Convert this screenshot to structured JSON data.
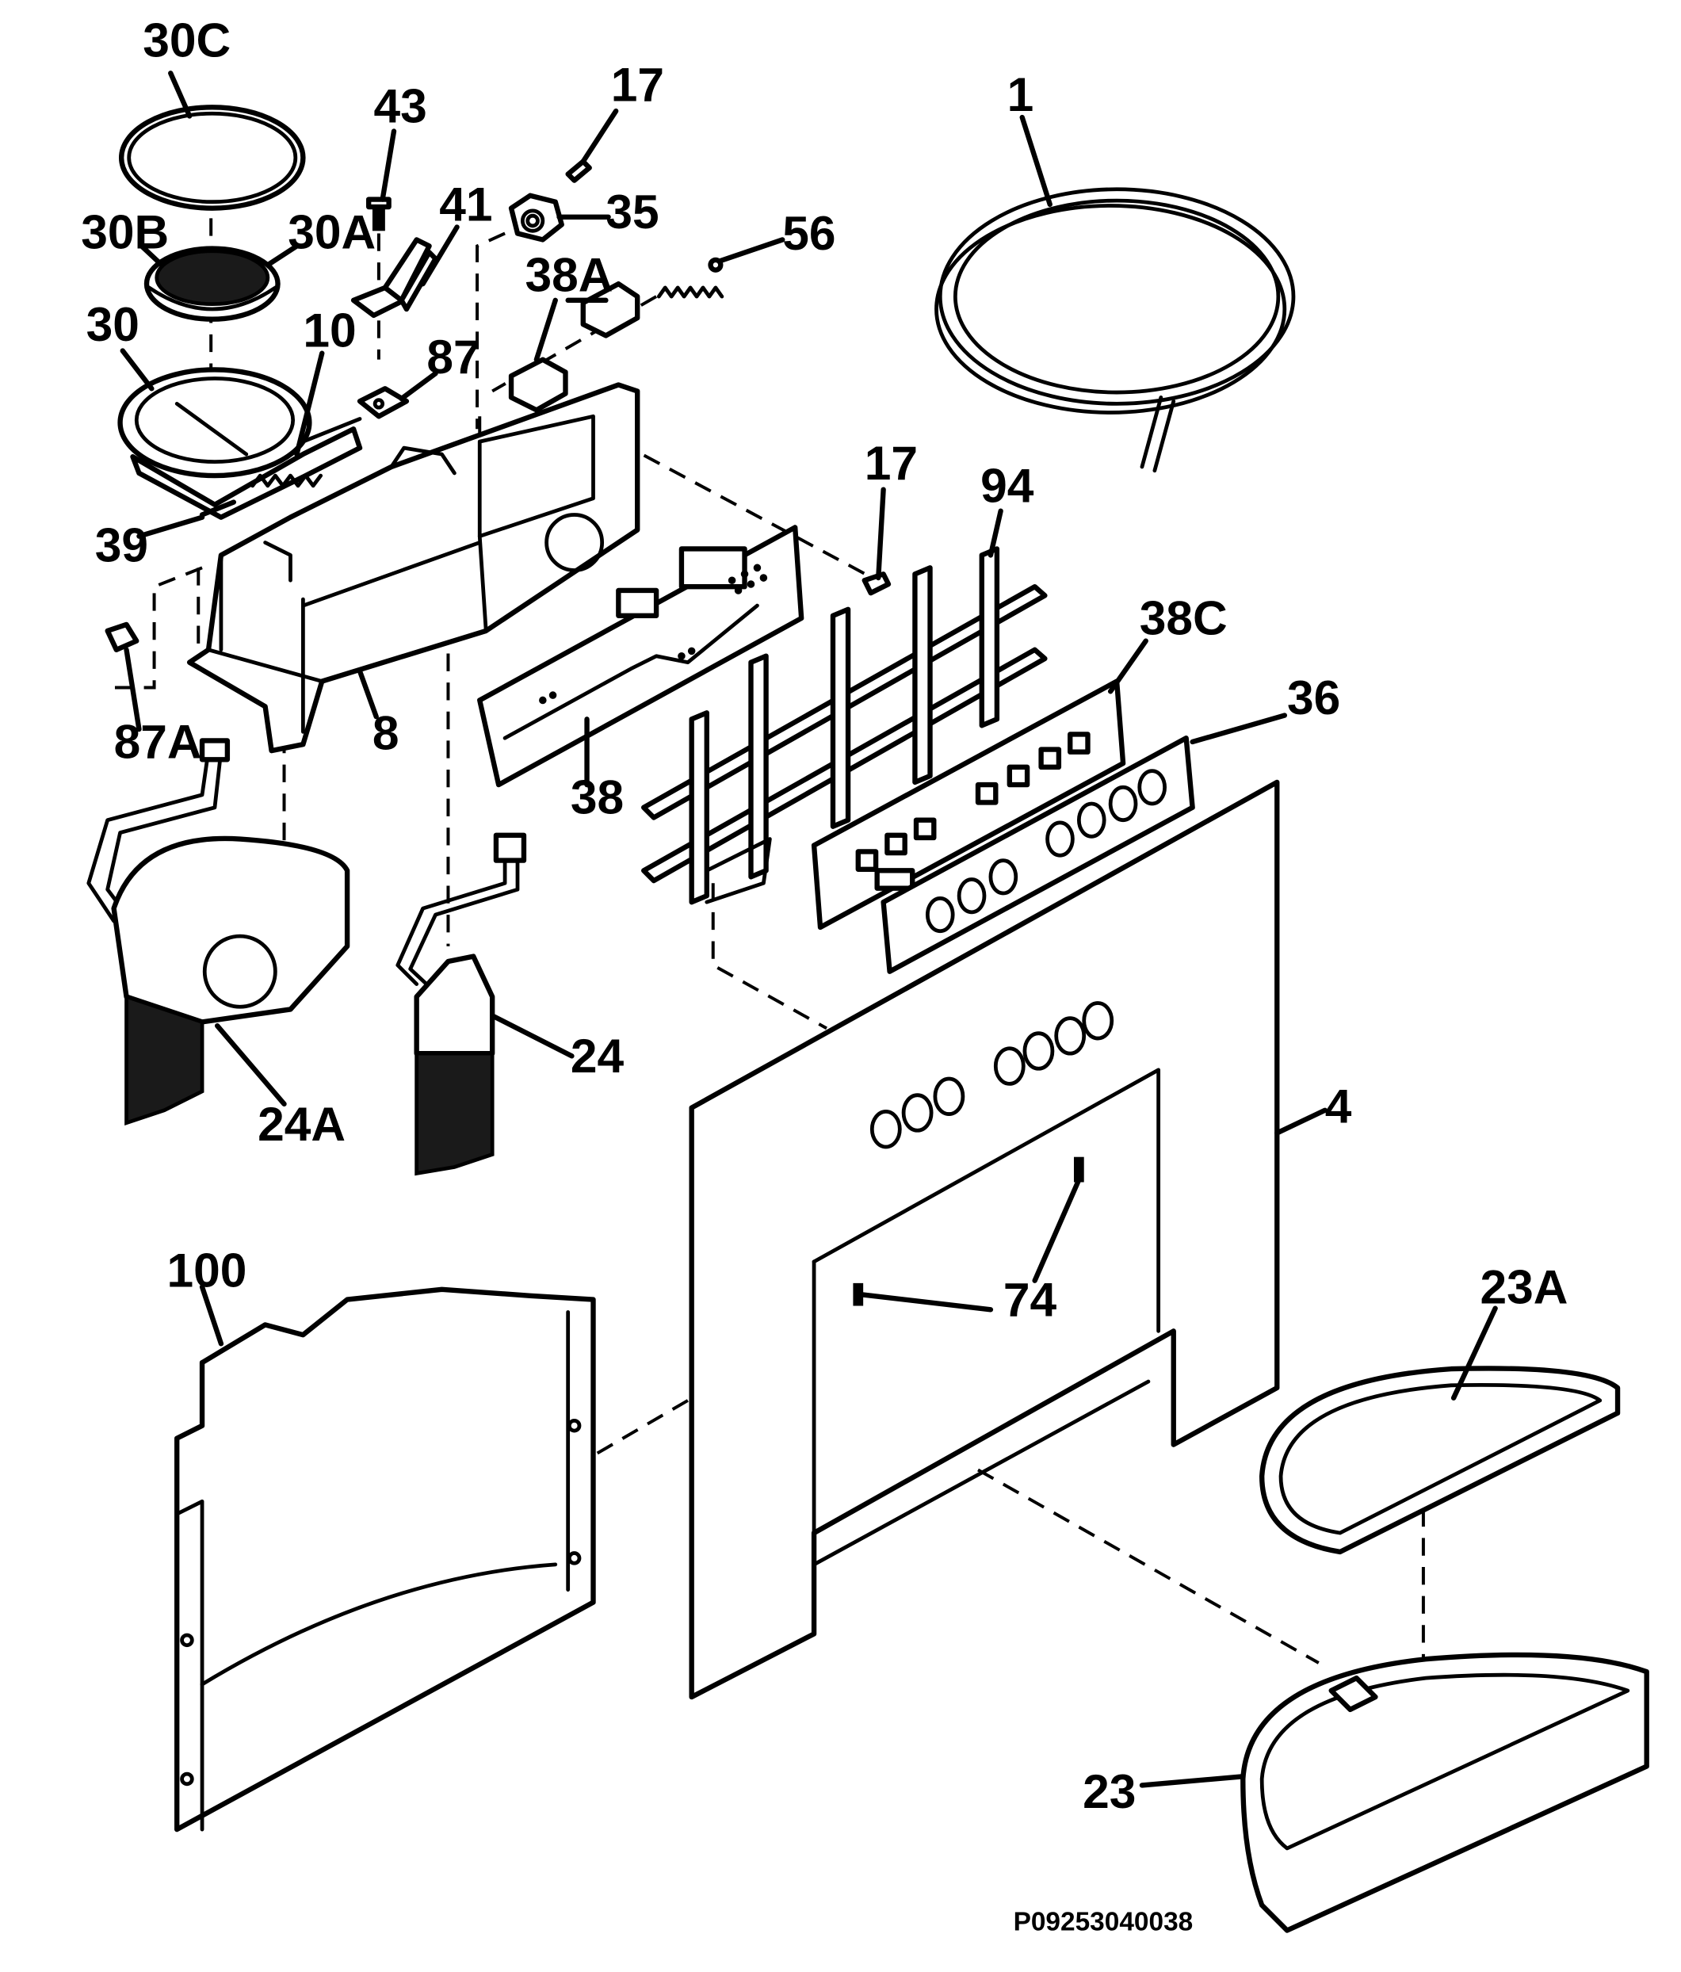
{
  "diagram": {
    "callouts": {
      "c30C": "30C",
      "c43": "43",
      "c17a": "17",
      "c1": "1",
      "c30B": "30B",
      "c30A": "30A",
      "c41": "41",
      "c35": "35",
      "c56": "56",
      "c38A": "38A",
      "c30": "30",
      "c10": "10",
      "c87": "87",
      "c39": "39",
      "c17b": "17",
      "c94": "94",
      "c38C": "38C",
      "c87A": "87A",
      "c8": "8",
      "c36": "36",
      "c38": "38",
      "c24": "24",
      "c24A": "24A",
      "c4": "4",
      "c100": "100",
      "c74": "74",
      "c23A": "23A",
      "c23": "23"
    },
    "drawing_code": "P09253040038"
  }
}
